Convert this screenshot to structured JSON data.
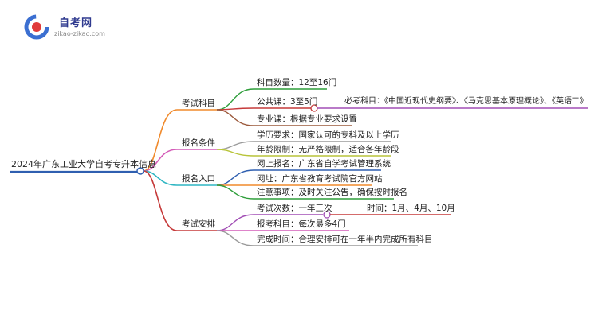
{
  "logo": {
    "title": "自考网",
    "url": "zikao-zikao.com"
  },
  "root": "2024年广东工业大学自考专升本信息",
  "branches": [
    {
      "label": "考试科目",
      "color": "#f08a2c",
      "children": [
        {
          "text": "科目数量：12至16门",
          "color": "#2e9e3a"
        },
        {
          "text": "公共课：3至5门",
          "color": "#c63a3a",
          "sub": "必考科目：《中国近现代史纲要》、《马克思基本原理概论》、《英语二》",
          "sub_color": "#a24fb5"
        },
        {
          "text": "专业课：根据专业要求设置",
          "color": "#9c5a3c"
        }
      ]
    },
    {
      "label": "报名条件",
      "color": "#d45cb8",
      "children": [
        {
          "text": "学历要求：国家认可的专科及以上学历",
          "color": "#9a9a9a"
        },
        {
          "text": "年龄限制：无严格限制，适合各年龄段",
          "color": "#b8c43a"
        }
      ]
    },
    {
      "label": "报名入口",
      "color": "#2fb6c3",
      "children": [
        {
          "text": "网上报名：广东省自学考试管理系统",
          "color": "#2f5fb0"
        },
        {
          "text": "网址：广东省教育考试院官方网站",
          "color": "#f08a2c"
        },
        {
          "text": "注意事项：及时关注公告，确保按时报名",
          "color": "#2e9e3a"
        }
      ]
    },
    {
      "label": "考试安排",
      "color": "#c63a3a",
      "children": [
        {
          "text": "考试次数：一年三次",
          "color": "#a24fb5",
          "sub": "时间：1月、4月、10月",
          "sub_color": "#c63a3a"
        },
        {
          "text": "报考科目：每次最多4门",
          "color": "#d45cb8"
        },
        {
          "text": "完成时间：合理安排可在一年半内完成所有科目",
          "color": "#9a9a9a"
        }
      ]
    }
  ]
}
